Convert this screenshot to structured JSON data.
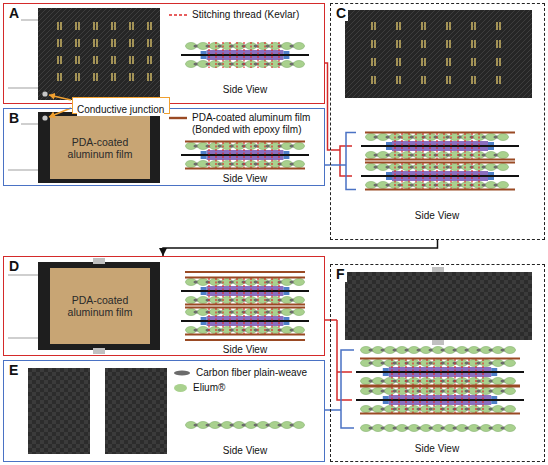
{
  "diagram": {
    "nodes": [
      {
        "text": [
          "A"
        ]
      },
      {
        "text": [
          "Conductive junction"
        ]
      },
      {
        "text": [
          "B"
        ]
      },
      {
        "text": [
          "C"
        ]
      },
      {
        "text": [
          "D"
        ]
      },
      {
        "text": [
          "E"
        ]
      },
      {
        "text": [
          "F"
        ]
      }
    ],
    "edges": [
      {
        "from": 0,
        "to": 3,
        "arrow": "none"
      },
      {
        "from": 2,
        "to": 3,
        "arrow": "none"
      },
      {
        "from": 3,
        "to": 4,
        "arrow": "to"
      },
      {
        "from": 4,
        "to": 6,
        "arrow": "none"
      },
      {
        "from": 5,
        "to": 6,
        "arrow": "none"
      }
    ],
    "labels": [
      "Side View",
      "PDA-coated aluminum film",
      "Side View",
      "Side View",
      "PDA-coated aluminum film",
      "Side View",
      "Side View",
      "Side View"
    ],
    "legend": [
      {
        "text": "Stitching thread (Kevlar)"
      },
      {
        "text": "PDA-coated aluminum film (Bonded with epoxy film)"
      },
      {
        "text": "Carbon fiber plain-weave"
      },
      {
        "text": "Elium®",
        "color": "#a9d18e"
      }
    ]
  }
}
